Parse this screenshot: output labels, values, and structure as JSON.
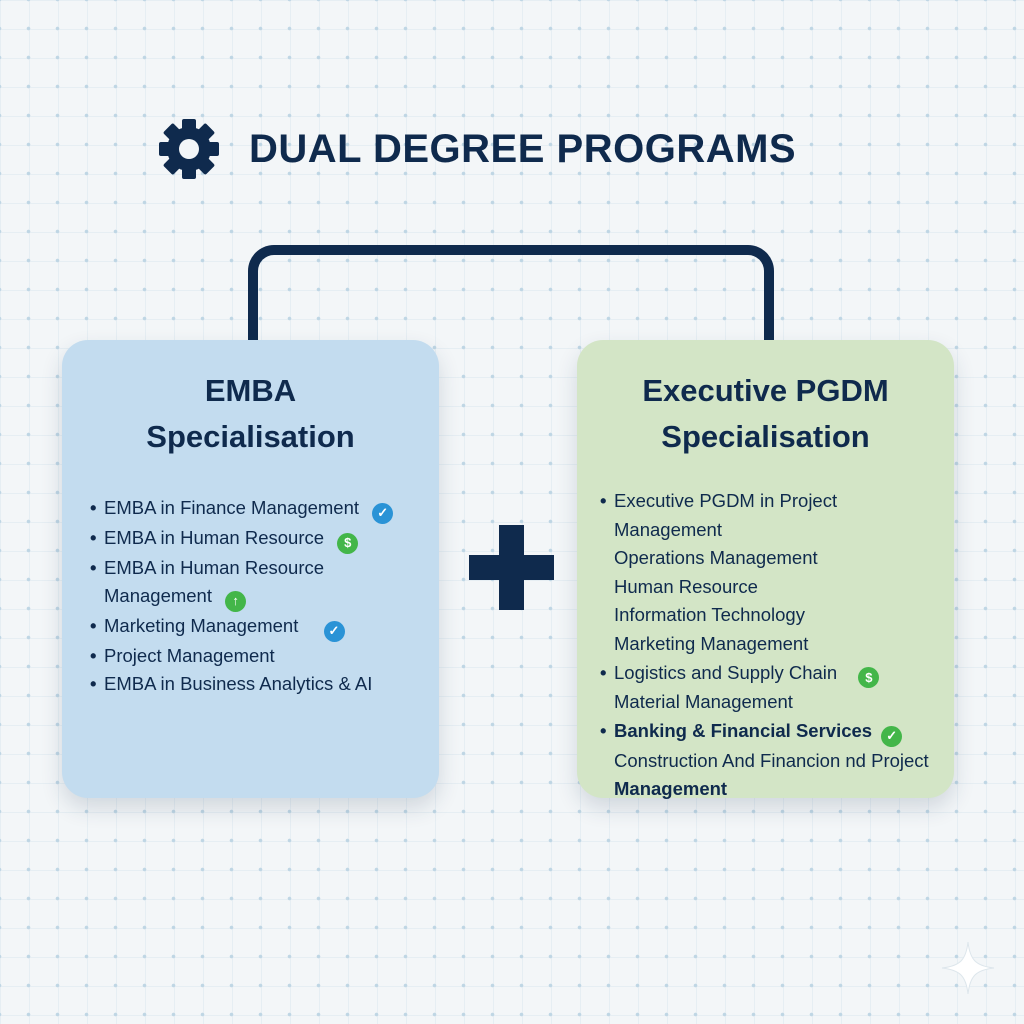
{
  "header": {
    "title": "DUAL DEGREE PROGRAMS",
    "icon": "gear-icon"
  },
  "cards": {
    "emba": {
      "title_line1": "EMBA",
      "title_line2": "Specialisation",
      "items": [
        {
          "text": "EMBA in Finance Management",
          "badge": "check-icon"
        },
        {
          "text": "EMBA in Human Resource",
          "badge": "dollar-icon"
        },
        {
          "text": "EMBA in Human Resource",
          "text2": "Management",
          "badge": "arrow-up-icon"
        },
        {
          "text": "Marketing Management",
          "badge": "check-icon"
        },
        {
          "text": "Project Management"
        },
        {
          "text": "EMBA in Business Analytics & AI"
        }
      ]
    },
    "pgdm": {
      "title_line1": "Executive PGDM",
      "title_line2": "Specialisation",
      "items": [
        {
          "text": "Executive PGDM in Project Management",
          "bullet": true
        },
        {
          "text": "Operations Management"
        },
        {
          "text": "Human Resource"
        },
        {
          "text": "Information Technology"
        },
        {
          "text": "Marketing Management"
        },
        {
          "text": "Logistics and Supply Chain",
          "bullet": true,
          "badge": "dollar-icon"
        },
        {
          "text": "Material Management"
        },
        {
          "text": "Banking & Financial Services",
          "bullet": true,
          "badge": "check-icon"
        },
        {
          "text": "Construction And Financion nd Project"
        },
        {
          "text": "Management"
        }
      ]
    }
  },
  "colors": {
    "navy": "#0f2a4d",
    "emba_card": "#c3dcef",
    "pgdm_card": "#d3e5c6",
    "check_blue": "#2a93d6",
    "accent_green": "#43b649"
  },
  "glyphs": {
    "bullet": "•",
    "check": "✓",
    "dollar": "$",
    "arrow_up": "↑"
  }
}
